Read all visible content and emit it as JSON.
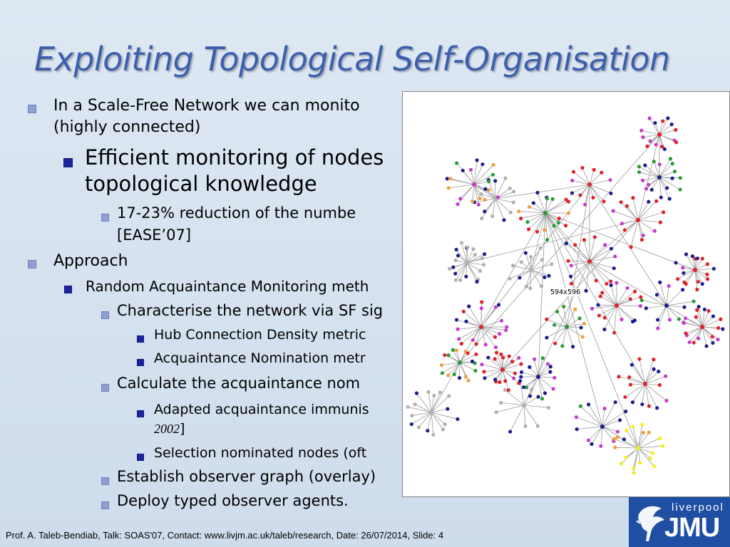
{
  "slide": {
    "title": "Exploiting Topological Self-Organisation",
    "bullets": [
      {
        "level": "1",
        "text": "In a Scale-Free Network we can monito"
      },
      {
        "level": "1",
        "text": "(highly connected)"
      },
      {
        "level": "2big",
        "text": "Efficient monitoring of nodes"
      },
      {
        "level": "2big",
        "text": "topological knowledge"
      },
      {
        "level": "3",
        "text": "17-23% reduction of the numbe"
      },
      {
        "level": "3",
        "text": "[EASE’07]"
      },
      {
        "level": "1",
        "text": "Approach"
      },
      {
        "level": "2",
        "text": "Random Acquaintance Monitoring meth"
      },
      {
        "level": "3",
        "text": "Characterise the network via SF sig"
      },
      {
        "level": "4",
        "text": "Hub Connection Density metric"
      },
      {
        "level": "4",
        "text": "Acquaintance Nomination metr"
      },
      {
        "level": "3",
        "text": "Calculate the acquaintance nom"
      },
      {
        "level": "4",
        "text": "Adapted acquaintance immunis"
      },
      {
        "level": "4",
        "year": "2002",
        "text": "]"
      },
      {
        "level": "4",
        "text": "Selection nominated nodes (oft"
      },
      {
        "level": "3",
        "text": "Establish observer graph (overlay)"
      },
      {
        "level": "3",
        "text": "Deploy typed observer agents."
      }
    ]
  },
  "network_image": {
    "size_label": "594x596",
    "node_colors": [
      "#e0202a",
      "#1a1f8c",
      "#2a9a38",
      "#b0b0b0",
      "#c43cc8",
      "#f0a040",
      "#f0f020"
    ]
  },
  "footer": {
    "text": "Prof. A. Taleb-Bendiab, Talk: SOAS'07, Contact: www.livjm.ac.uk/taleb/research, Date: 26/07/2014, Slide: 4"
  },
  "logo": {
    "top_text": "liverpool",
    "main_text": "JMU"
  }
}
